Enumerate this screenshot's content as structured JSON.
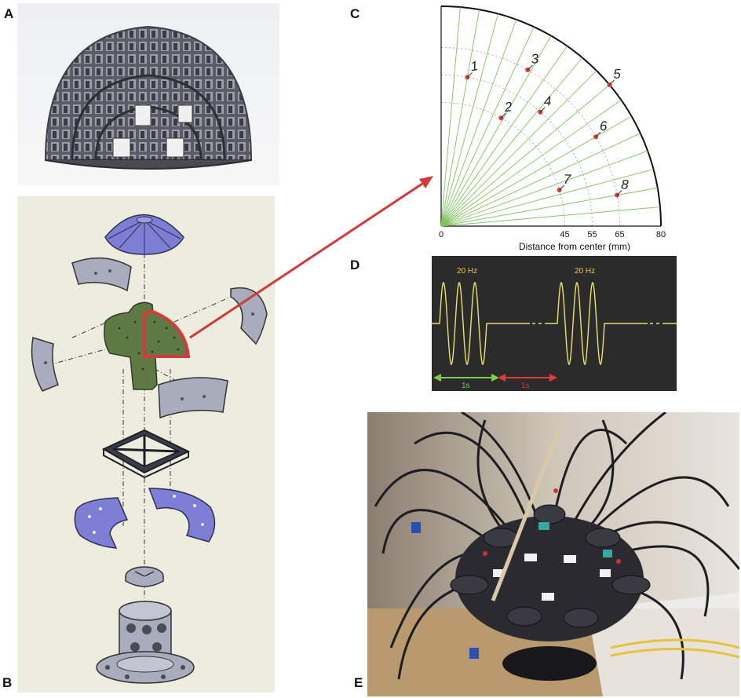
{
  "panels": {
    "a": "A",
    "b": "B",
    "c": "C",
    "d": "D",
    "e": "E"
  },
  "panel_c": {
    "x_axis_label": "Distance from center (mm)",
    "ticks": [
      "0",
      "45",
      "55",
      "65",
      "80"
    ],
    "tick_values": [
      0,
      45,
      55,
      65,
      80
    ],
    "points": [
      {
        "label": "1",
        "r": 55,
        "angle_deg": 80
      },
      {
        "label": "2",
        "r": 45,
        "angle_deg": 61
      },
      {
        "label": "3",
        "r": 65,
        "angle_deg": 61
      },
      {
        "label": "4",
        "r": 55,
        "angle_deg": 49
      },
      {
        "label": "5",
        "r": 80,
        "angle_deg": 40
      },
      {
        "label": "6",
        "r": 65,
        "angle_deg": 30
      },
      {
        "label": "7",
        "r": 45,
        "angle_deg": 17
      },
      {
        "label": "8",
        "r": 65,
        "angle_deg": 10
      }
    ]
  },
  "panel_d": {
    "freq_label_1": "20 Hz",
    "freq_label_2": "20 Hz",
    "on_duration": "1s",
    "off_duration": "1s",
    "colors": {
      "signal": "#e8e070",
      "on_arrow": "#7ccc4a",
      "off_arrow": "#e03a3a"
    }
  },
  "colors": {
    "grid_lines": "#7dc45a",
    "point_marker": "#d63a3a",
    "highlight_outline": "#d33a3a",
    "part_green": "#5f7a45",
    "part_blue": "#7d7fd4",
    "part_gray": "#a9acbc"
  }
}
